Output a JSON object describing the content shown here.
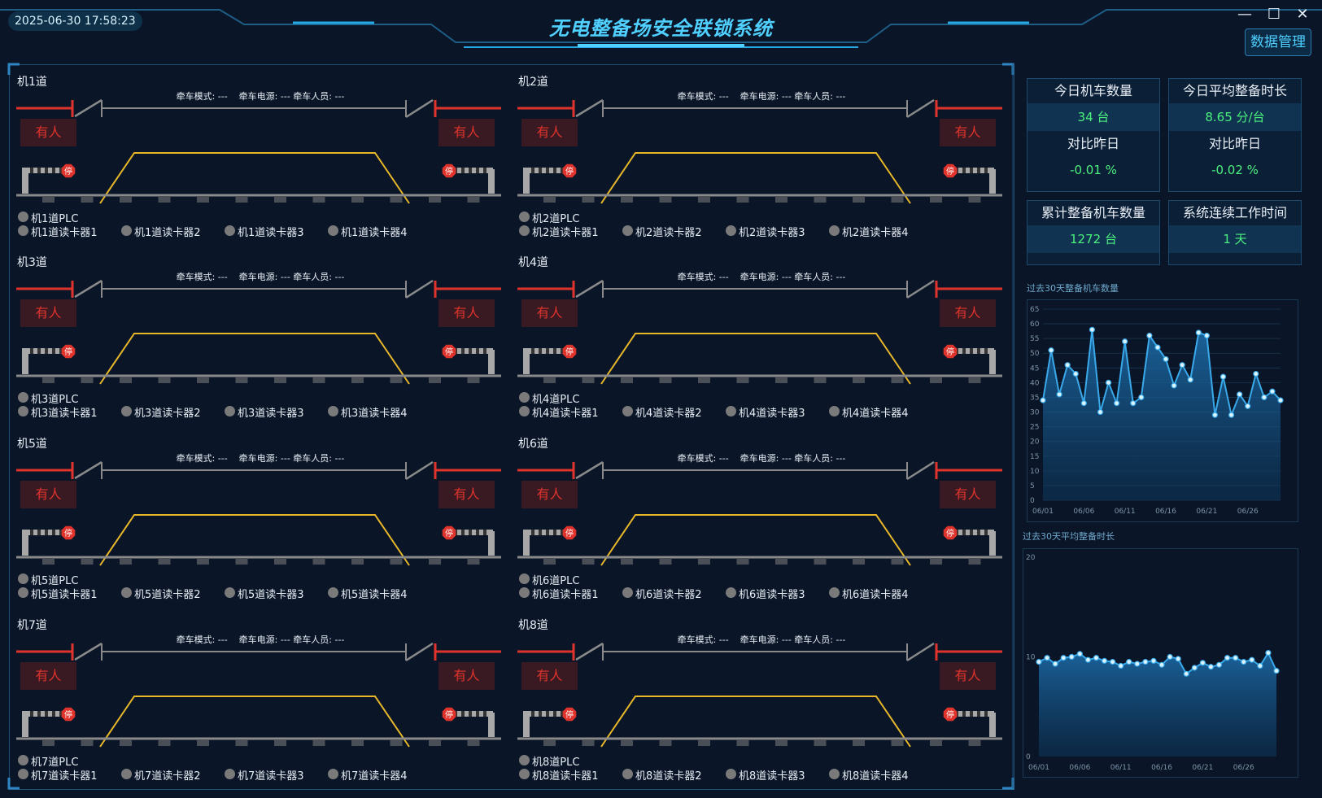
{
  "header": {
    "datetime": "2025-06-30 17:58:23",
    "title": "无电整备场安全联锁系统",
    "data_mgmt_label": "数据管理",
    "window_controls": [
      "minimize-icon",
      "maximize-icon",
      "close-icon"
    ]
  },
  "tracks": [
    {
      "name": "机1道",
      "plc": "机1道PLC",
      "readers": [
        "机1道读卡器1",
        "机1道读卡器2",
        "机1道读卡器3",
        "机1道读卡器4"
      ]
    },
    {
      "name": "机2道",
      "plc": "机2道PLC",
      "readers": [
        "机2道读卡器1",
        "机2道读卡器2",
        "机2道读卡器3",
        "机2道读卡器4"
      ]
    },
    {
      "name": "机3道",
      "plc": "机3道PLC",
      "readers": [
        "机3道读卡器1",
        "机3道读卡器2",
        "机3道读卡器3",
        "机3道读卡器4"
      ]
    },
    {
      "name": "机4道",
      "plc": "机4道PLC",
      "readers": [
        "机4道读卡器1",
        "机4道读卡器2",
        "机4道读卡器3",
        "机4道读卡器4"
      ]
    },
    {
      "name": "机5道",
      "plc": "机5道PLC",
      "readers": [
        "机5道读卡器1",
        "机5道读卡器2",
        "机5道读卡器3",
        "机5道读卡器4"
      ]
    },
    {
      "name": "机6道",
      "plc": "机6道PLC",
      "readers": [
        "机6道读卡器1",
        "机6道读卡器2",
        "机6道读卡器3",
        "机6道读卡器4"
      ]
    },
    {
      "name": "机7道",
      "plc": "机7道PLC",
      "readers": [
        "机7道读卡器1",
        "机7道读卡器2",
        "机7道读卡器3",
        "机7道读卡器4"
      ]
    },
    {
      "name": "机8道",
      "plc": "机8道PLC",
      "readers": [
        "机8道读卡器1",
        "机8道读卡器2",
        "机8道读卡器3",
        "机8道读卡器4"
      ]
    }
  ],
  "track_common": {
    "train_info": "牵车模式: ---    牵车电源: --- 牵车人员: ---",
    "person_label": "有人",
    "stop_label": "停"
  },
  "stats": {
    "today_count_title": "今日机车数量",
    "today_count_value": "34 台",
    "today_compare_title": "对比昨日",
    "today_compare_value": "-0.01 %",
    "avg_time_title": "今日平均整备时长",
    "avg_time_value": "8.65 分/台",
    "avg_compare_title": "对比昨日",
    "avg_compare_value": "-0.02 %",
    "total_title": "累计整备机车数量",
    "total_value": "1272 台",
    "uptime_title": "系统连续工作时间",
    "uptime_value": "1 天"
  },
  "colors": {
    "accent": "#4fd0ff",
    "green_value": "#4cf07e",
    "danger": "#e0332c",
    "yellow_track": "#e8b82a"
  },
  "chart_data": [
    {
      "type": "area",
      "title": "过去30天整备机车数量",
      "x": [
        "06/01",
        "06/02",
        "06/03",
        "06/04",
        "06/05",
        "06/06",
        "06/07",
        "06/08",
        "06/09",
        "06/10",
        "06/11",
        "06/12",
        "06/13",
        "06/14",
        "06/15",
        "06/16",
        "06/17",
        "06/18",
        "06/19",
        "06/20",
        "06/21",
        "06/22",
        "06/23",
        "06/24",
        "06/25",
        "06/26",
        "06/27",
        "06/28",
        "06/29",
        "06/30"
      ],
      "x_ticks": [
        "06/01",
        "06/06",
        "06/11",
        "06/16",
        "06/21",
        "06/26"
      ],
      "values": [
        34,
        51,
        36,
        46,
        43,
        33,
        58,
        30,
        40,
        33,
        54,
        33,
        35,
        56,
        52,
        48,
        39,
        46,
        41,
        57,
        56,
        29,
        42,
        29,
        36,
        32,
        43,
        35,
        37,
        34
      ],
      "ylim": [
        0,
        65
      ],
      "y_ticks": [
        0,
        5,
        10,
        15,
        20,
        25,
        30,
        35,
        40,
        45,
        50,
        55,
        60,
        65
      ],
      "grid": true
    },
    {
      "type": "area",
      "title": "过去30天平均整备时长",
      "x": [
        "06/01",
        "06/02",
        "06/03",
        "06/04",
        "06/05",
        "06/06",
        "06/07",
        "06/08",
        "06/09",
        "06/10",
        "06/11",
        "06/12",
        "06/13",
        "06/14",
        "06/15",
        "06/16",
        "06/17",
        "06/18",
        "06/19",
        "06/20",
        "06/21",
        "06/22",
        "06/23",
        "06/24",
        "06/25",
        "06/26",
        "06/27",
        "06/28",
        "06/29",
        "06/30"
      ],
      "x_ticks": [
        "06/01",
        "06/06",
        "06/11",
        "06/16",
        "06/21",
        "06/26"
      ],
      "values": [
        9.5,
        9.9,
        9.3,
        9.9,
        10.0,
        10.3,
        9.7,
        9.9,
        9.6,
        9.5,
        9.1,
        9.5,
        9.3,
        9.5,
        9.6,
        9.2,
        10.0,
        9.8,
        8.3,
        8.9,
        9.4,
        9.0,
        9.2,
        9.9,
        9.9,
        9.5,
        9.7,
        9.1,
        10.4,
        8.6
      ],
      "ylim": [
        0,
        20
      ],
      "y_ticks": [
        0,
        10,
        20
      ],
      "grid": false
    }
  ]
}
